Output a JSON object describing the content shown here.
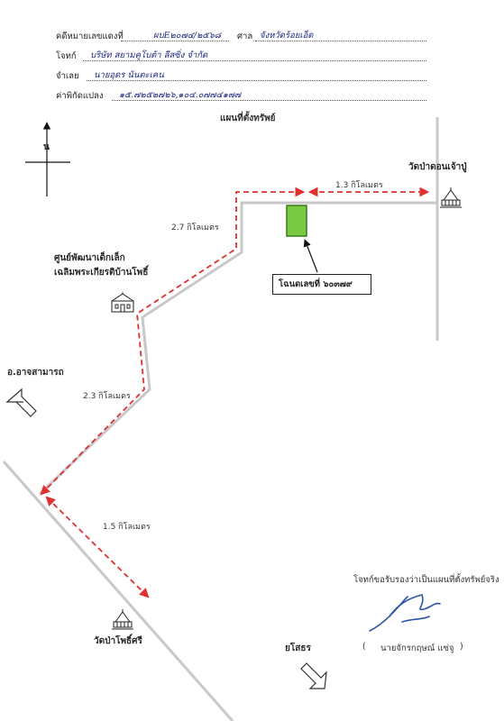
{
  "header": {
    "case_label": "คดีหมายเลขแดงที่",
    "case_value": "ผบE๒๐๗๔/๒๕๖๘",
    "court_label": "ศาล",
    "court_value": "จังหวัดร้อยเอ็ด",
    "plaintiff_label": "โจทก์",
    "plaintiff_value": "บริษัท สยามคูโบต้า ลีสซิ่ง จำกัด",
    "defendant_label": "จำเลย",
    "defendant_value": "นายอุดร นันตะเคน",
    "coords_label": "ค่าพิกัดแปลง",
    "coords_value": "๑๕.๗๒๕๒๗๒๖,๑๐๔.๐๗๗๔๑๗๗"
  },
  "map": {
    "title": "แผนที่ตั้งทรัพย์",
    "north_label": "น",
    "temple_top": "วัดป่าดอนเจ้าปู่",
    "child_center_line1": "ศูนย์พัฒนาเด็กเล็ก",
    "child_center_line2": "เฉลิมพระเกียรติบ้านโพธิ์",
    "plot_label": "โฉนดเลขที่ ๖๐๓๗๙",
    "dist_1": "1.3 กิโลเมตร",
    "dist_2": "2.7 กิโลเมตร",
    "dist_3": "2.3 กิโลเมตร",
    "dist_4": "1.5 กิโลเมตร",
    "direction_left": "อ.อาจสามารถ",
    "direction_bottom": "ยโสธร",
    "temple_bottom": "วัดป่าโพธิ์ศรี"
  },
  "certification": {
    "statement": "โจทก์ขอรับรองว่าเป็นแผนที่ตั้งทรัพย์จริง",
    "open_paren": "(",
    "name": "นายจักรกฤษณ์ แซ่จู",
    "close_paren": ")"
  },
  "colors": {
    "road": "#c8c8c8",
    "route": "#e03030",
    "plot_fill": "#7ac943",
    "plot_border": "#3d7a1a",
    "value_ink": "#1f2a80"
  }
}
